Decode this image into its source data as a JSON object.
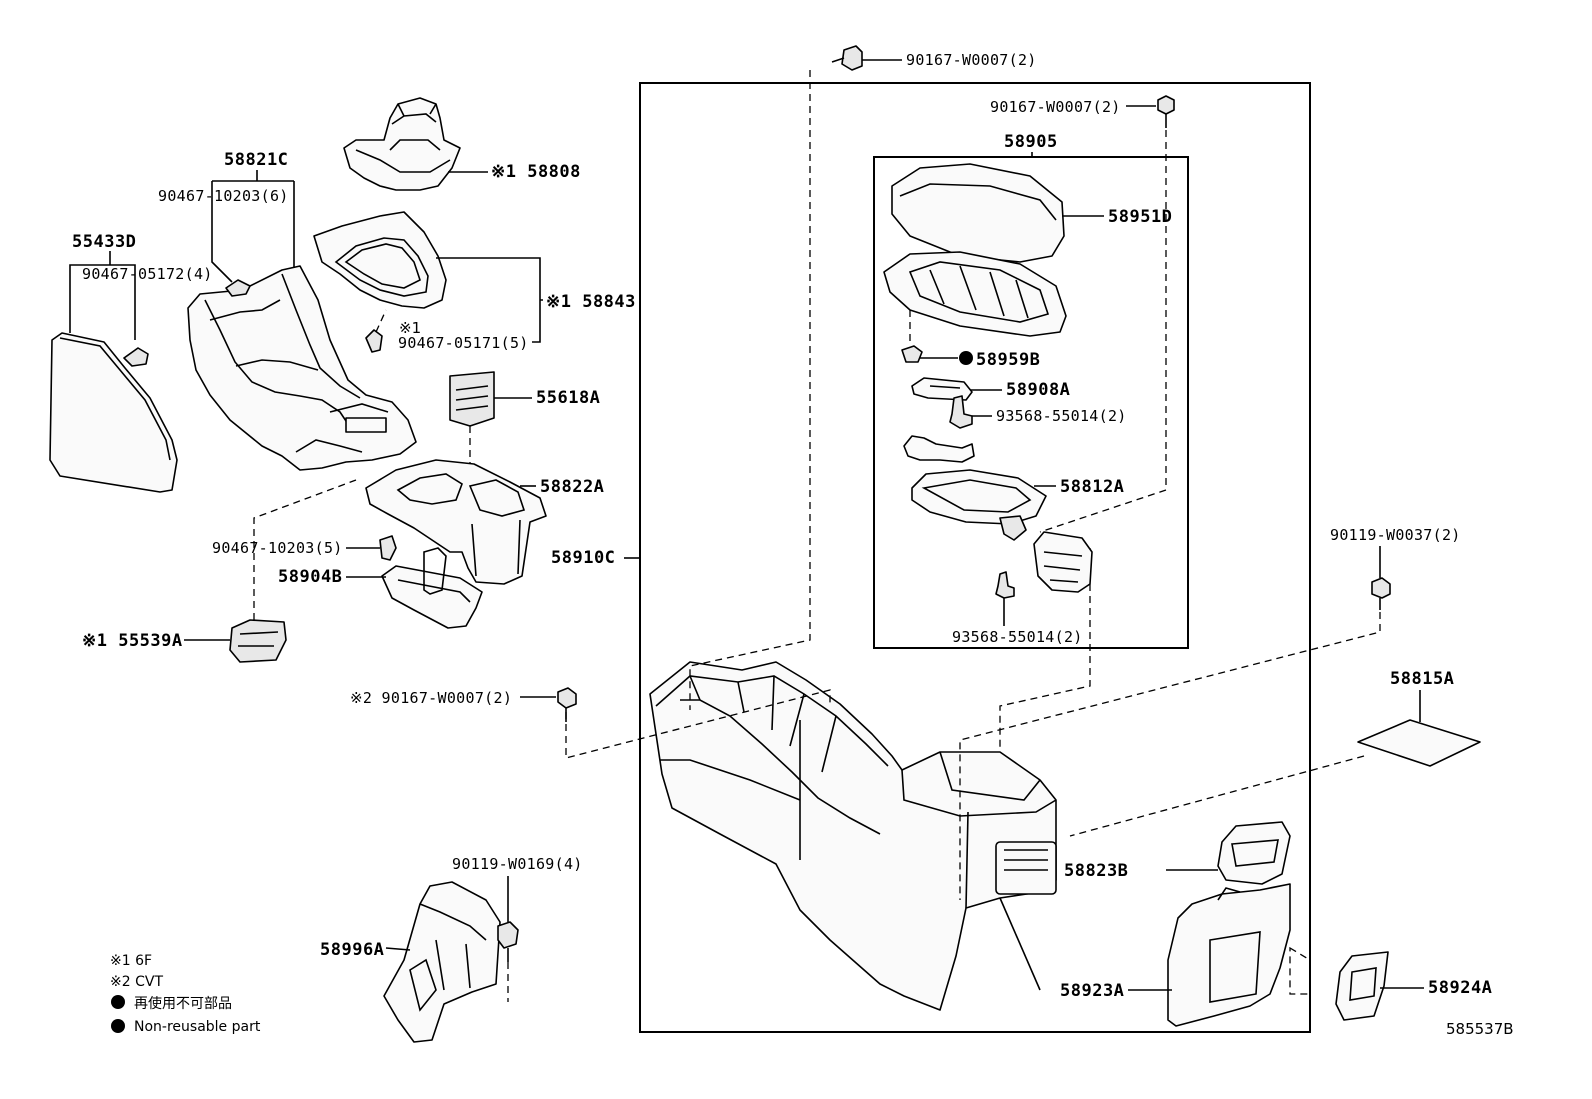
{
  "diagram": {
    "labels": {
      "p58821C": "58821C",
      "p90467_10203_6": "90467-10203(6)",
      "p55433D": "55433D",
      "p90467_05172": "90467-05172(4)",
      "p58808": "※1 58808",
      "p58843": "※1 58843",
      "p90467_05171_note": "※1",
      "p90467_05171": "90467-05171(5)",
      "p55618A": "55618A",
      "p58822A": "58822A",
      "p90467_10203_5": "90467-10203(5)",
      "p58904B": "58904B",
      "p55539A": "※1 55539A",
      "p58910C": "58910C",
      "p90167_top": "90167-W0007(2)",
      "p90167_right": "90167-W0007(2)",
      "p58905": "58905",
      "p58951D": "58951D",
      "p58959B": "58959B",
      "p58908A": "58908A",
      "p93568_upper": "93568-55014(2)",
      "p58812A": "58812A",
      "p93568_lower": "93568-55014(2)",
      "p90119_W0037": "90119-W0037(2)",
      "p58815A": "58815A",
      "p90167_left": "※2 90167-W0007(2)",
      "p90119_W0169": "90119-W0169(4)",
      "p58996A": "58996A",
      "p58823B": "58823B",
      "p58923A": "58923A",
      "p58924A": "58924A"
    },
    "legend": {
      "note1": "※1 6F",
      "note2": "※2 CVT",
      "nonreusable_jp": "再使用不可部品",
      "nonreusable_en": "Non-reusable part"
    },
    "reference": "585537B"
  }
}
